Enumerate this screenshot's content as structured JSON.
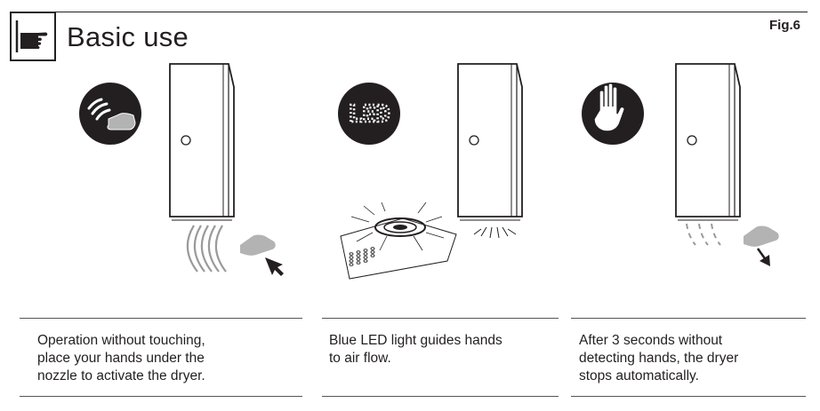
{
  "header": {
    "title": "Basic use",
    "figure_label": "Fig.6",
    "icon": "hand-pointing-icon"
  },
  "steps": [
    {
      "icon": "hand-sensor-icon",
      "caption": "Operation without touching,\nplace your hands under the\nnozzle to activate the dryer."
    },
    {
      "icon": "led-icon",
      "icon_text": "LED",
      "caption": "Blue LED light guides hands\nto air flow."
    },
    {
      "icon": "stop-hand-icon",
      "caption": "After 3 seconds without\ndetecting hands, the dryer\nstops automatically."
    }
  ],
  "colors": {
    "ink": "#231f20",
    "icon_bg": "#231f20",
    "hand_gray": "#b3b3b3",
    "rule": "#555555"
  }
}
